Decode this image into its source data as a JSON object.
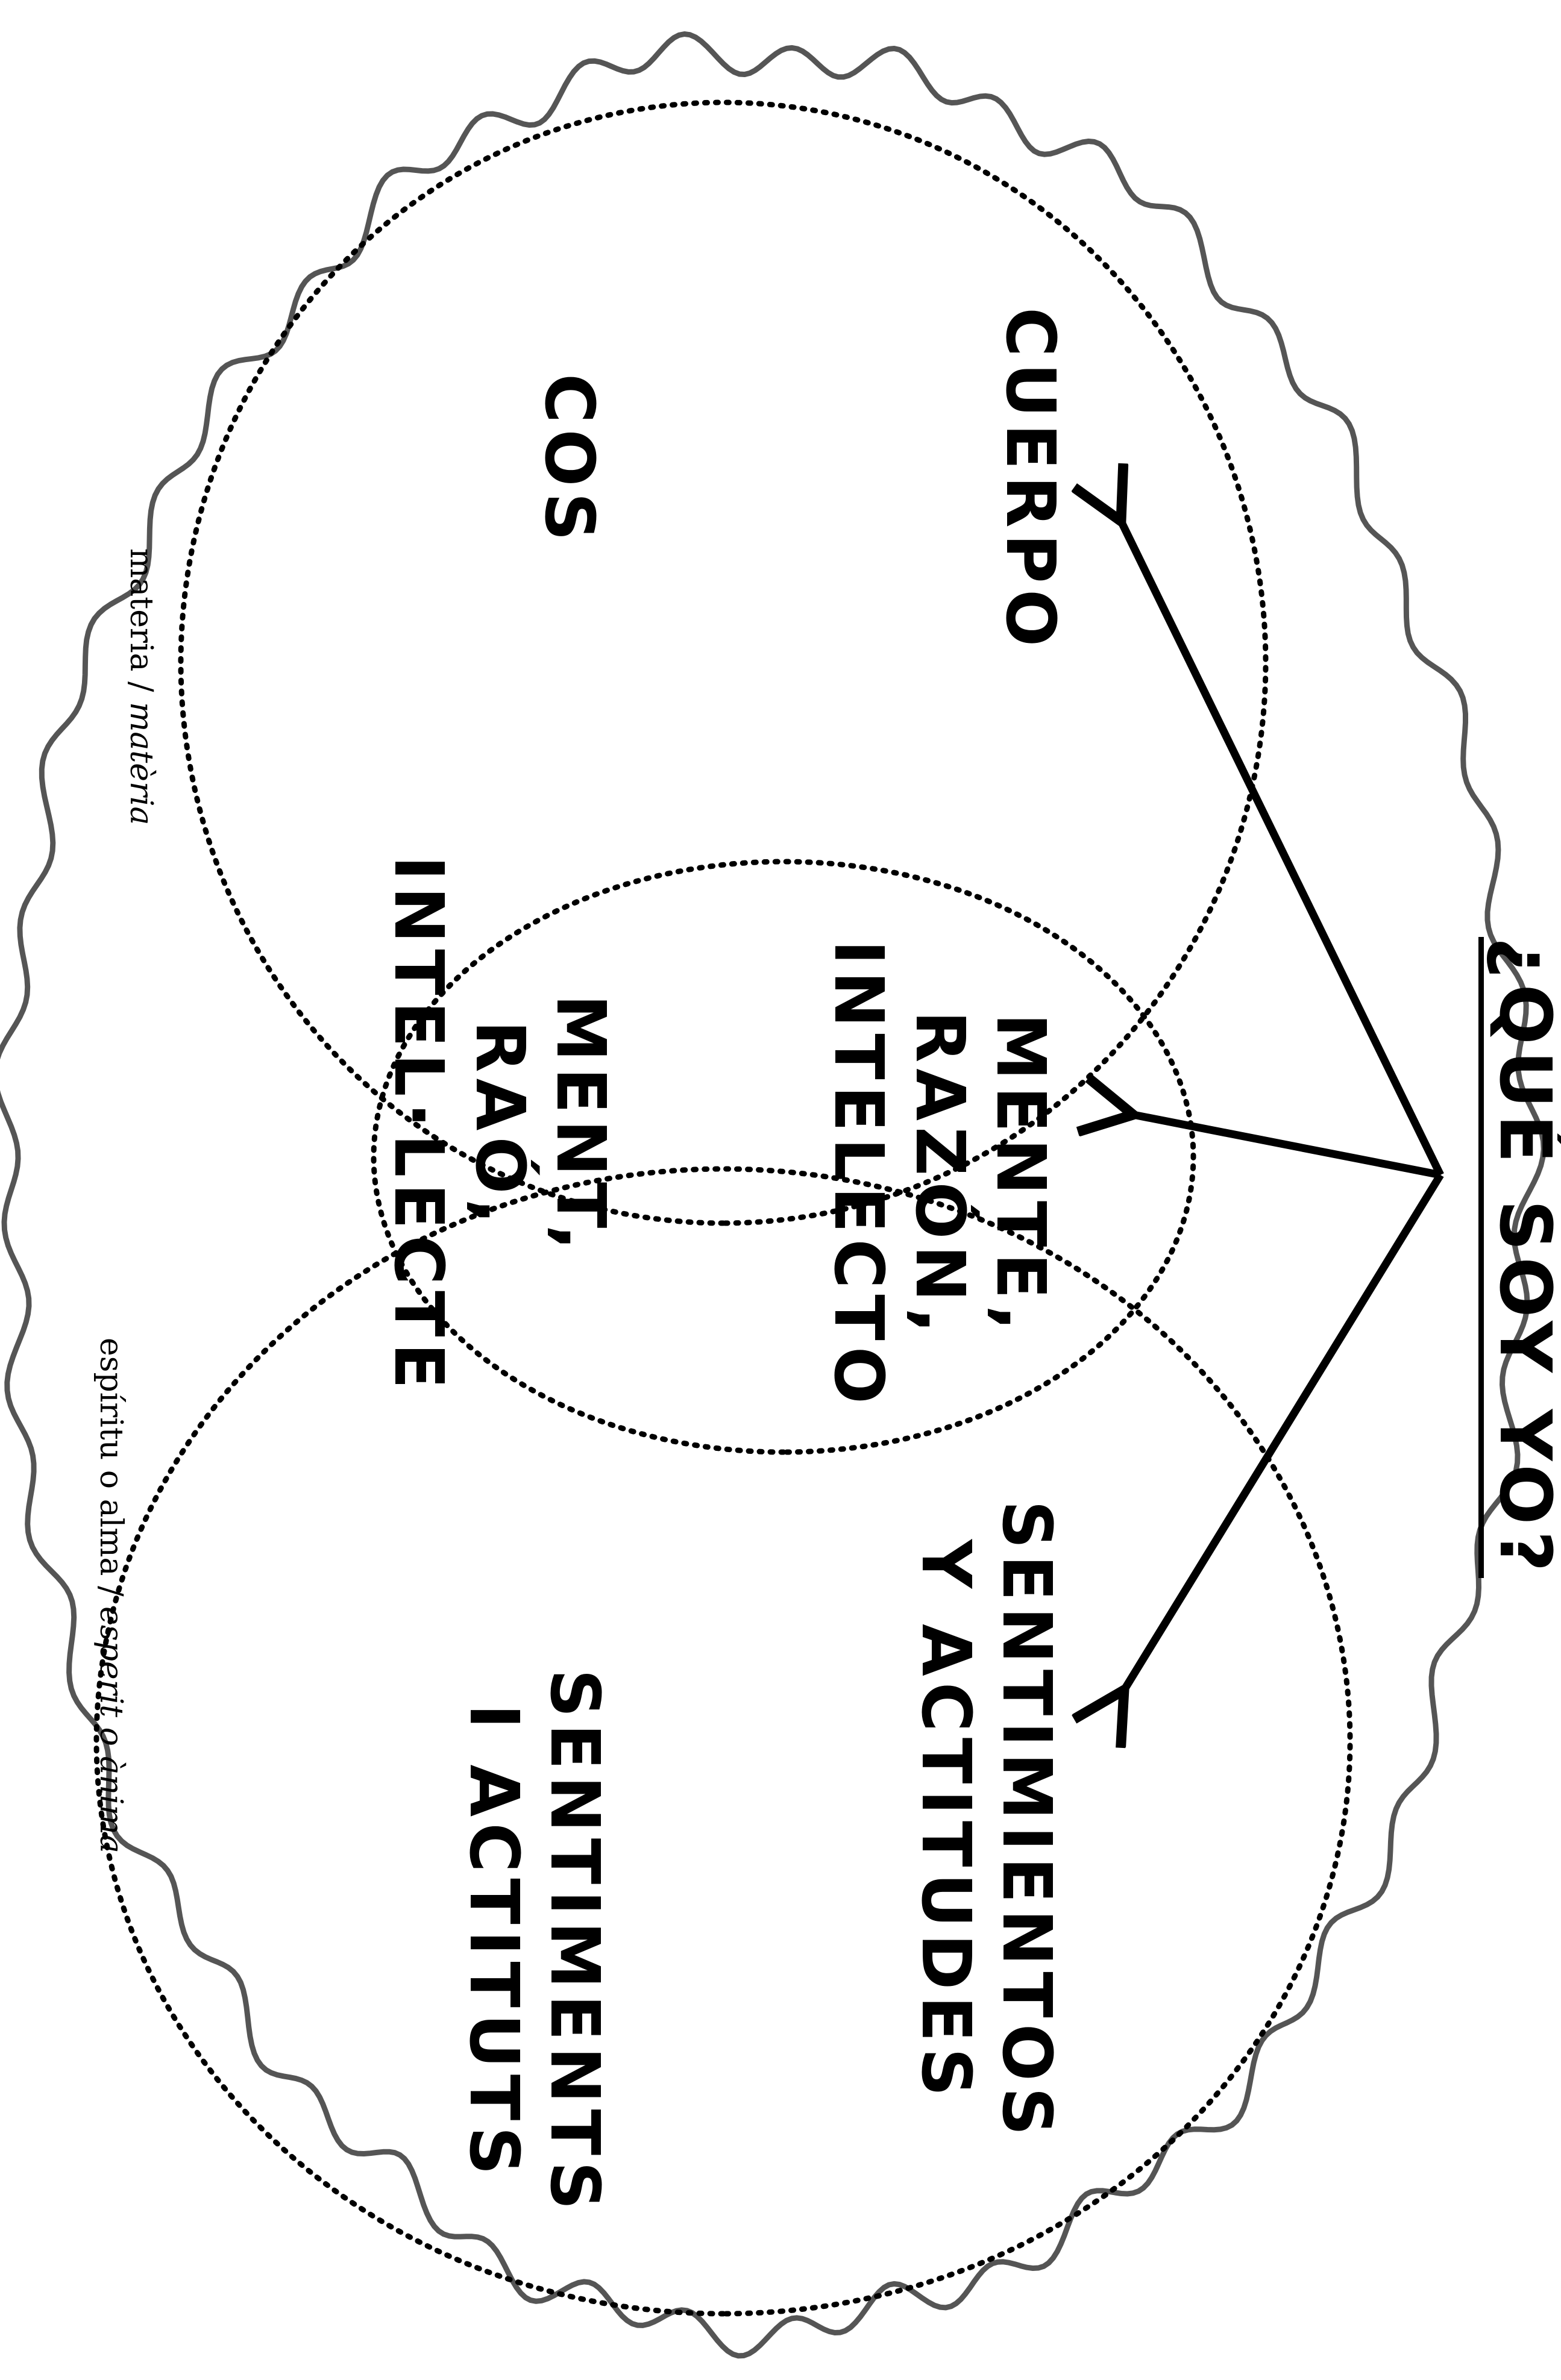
{
  "title": "¿QUÉ SOY YO?",
  "regions": {
    "materia": {
      "es": "CUERPO",
      "ca": "COS",
      "caption_es": "materia",
      "caption_ca": "matèria"
    },
    "mente": {
      "es": "MENTE,\nRAZÓN,\nINTELECTO",
      "ca": "MENT,\nRAÓ,\nINTEL·LECTE"
    },
    "espiritu": {
      "es": "SENTIMIENTOS\nY ACTITUDES",
      "ca": "SENTIMENTS\nI ACTITUTS",
      "caption_es": "espíritu o alma",
      "caption_ca": "esperit o ànima"
    }
  },
  "caption_separator": " / ",
  "colors": {
    "ink": "#000000",
    "cloud_outline": "#555555",
    "background": "#ffffff"
  }
}
